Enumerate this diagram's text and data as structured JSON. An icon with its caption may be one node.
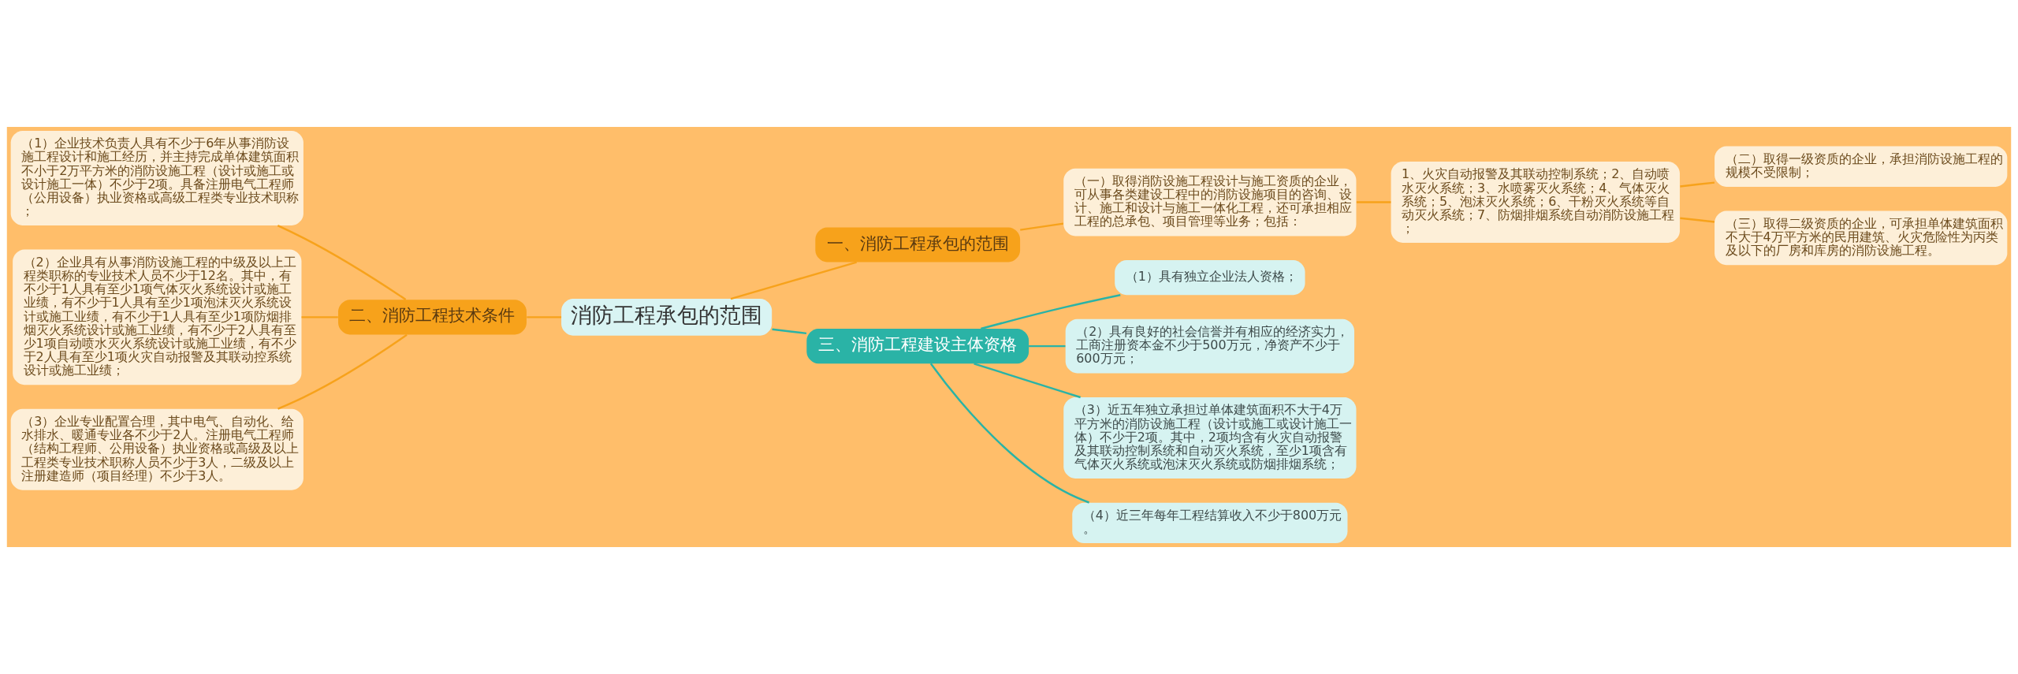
{
  "diagram": {
    "nodes": [
      {
        "text": [
          "消防工程承包的范围"
        ]
      },
      {
        "text": [
          "一、消防工程承包的范围"
        ]
      },
      {
        "text": [
          "（一）取得消防设施工程设计与施工资质的企业，可从事各类建设工程中的消防设施项目的咨询、设计、施工和设计与施工一体化工程，还可承担相应工程的总承包、项目管理等业务；包括："
        ]
      },
      {
        "text": [
          "1、火灾自动报警及其联动控制系统；2、自动喷水灭火系统；3、水喷雾灭火系统；4、气体灭火系统；5、泡沫灭火系统；6、干粉灭火系统等自动灭火系统；7、防烟排烟系统自动消防设施工程；"
        ]
      },
      {
        "text": [
          "（二）取得一级资质的企业，承担消防设施工程的规模不受限制；"
        ]
      },
      {
        "text": [
          "（三）取得二级资质的企业，可承担单体建筑面积不大于4万平方米的民用建筑、火灾危险性为丙类及以下的厂房和库房的消防设施工程。"
        ]
      },
      {
        "text": [
          "二、消防工程技术条件"
        ]
      },
      {
        "text": [
          "（1）企业技术负责人具有不少于6年从事消防设施工程设计和施工经历，并主持完成单体建筑面积不小于2万平方米的消防设施工程（设计或施工或设计施工一体）不少于2项。具备注册电气工程师（公用设备）执业资格或高级工程类专业技术职称；"
        ]
      },
      {
        "text": [
          "（2）企业具有从事消防设施工程的中级及以上工程类职称的专业技术人员不少于12名。其中，有不少于1人具有至少1项气体灭火系统设计或施工业绩，有不少于1人具有至少1项泡沫灭火系统设计或施工业绩，有不少于1人具有至少1项防烟排烟灭火系统设计或施工业绩，有不少于2人具有至少1项自动喷水灭火系统设计或施工业绩，有不少于2人具有至少1项火灾自动报警及其联动控系统设计或施工业绩；"
        ]
      },
      {
        "text": [
          "（3）企业专业配置合理，其中电气、自动化、给水排水、暖通专业各不少于2人。注册电气工程师（结构工程师、公用设备）执业资格或高级及以上工程类专业技术职称人员不少于3人，二级及以上注册建造师（项目经理）不少于3人。"
        ]
      },
      {
        "text": [
          "三、消防工程建设主体资格"
        ]
      },
      {
        "text": [
          "（1）具有独立企业法人资格；"
        ]
      },
      {
        "text": [
          "（2）具有良好的社会信誉并有相应的经济实力，工商注册资本金不少于500万元，净资产不少于600万元；"
        ]
      },
      {
        "text": [
          "（3）近五年独立承担过单体建筑面积不大于4万平方米的消防设施工程（设计或施工或设计施工一体）不少于2项。其中，2项均含有火灾自动报警及其联动控制系统和自动灭火系统，至少1项含有气体灭火系统或泡沫灭火系统或防烟排烟系统；"
        ]
      },
      {
        "text": [
          "（4）近三年每年工程结算收入不少于800万元。"
        ]
      }
    ],
    "edges": [
      {
        "from": 0,
        "to": 1,
        "arrow": "none"
      },
      {
        "from": 1,
        "to": 2,
        "arrow": "none"
      },
      {
        "from": 2,
        "to": 3,
        "arrow": "none"
      },
      {
        "from": 3,
        "to": 4,
        "arrow": "none"
      },
      {
        "from": 3,
        "to": 5,
        "arrow": "none"
      },
      {
        "from": 7,
        "to": 6,
        "arrow": "none"
      },
      {
        "from": 8,
        "to": 6,
        "arrow": "none"
      },
      {
        "from": 9,
        "to": 6,
        "arrow": "none"
      },
      {
        "from": 6,
        "to": 0,
        "arrow": "none"
      },
      {
        "from": 0,
        "to": 10,
        "arrow": "none",
        "color": "#2ab3a6"
      },
      {
        "from": 10,
        "to": 11,
        "arrow": "none",
        "color": "#2ab3a6"
      },
      {
        "from": 10,
        "to": 12,
        "arrow": "none",
        "color": "#2ab3a6"
      },
      {
        "from": 10,
        "to": 13,
        "arrow": "none",
        "color": "#2ab3a6"
      },
      {
        "from": 10,
        "to": 14,
        "arrow": "none",
        "color": "#2ab3a6"
      }
    ]
  }
}
